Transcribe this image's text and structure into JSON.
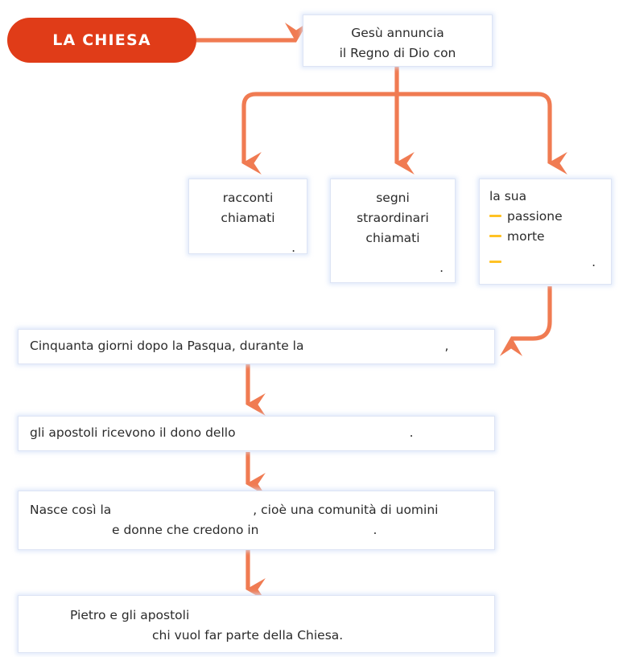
{
  "title_badge": {
    "label": "LA CHIESA",
    "color": "#E03C18",
    "text_color": "#FFFFFF"
  },
  "colors": {
    "arrow": "#F07B52",
    "badge_red": "#E03C18",
    "dash_amber": "#FFC224",
    "box_border": "#DDE4F4",
    "text": "#2B2B2B",
    "background": "#FFFFFF"
  },
  "nodes": {
    "intro": {
      "line1": "Gesù annuncia",
      "line2": "il Regno di Dio con"
    },
    "branch_1": {
      "line1": "racconti",
      "line2": "chiamati",
      "blank_end": ".",
      "name": "racconti-chiamati"
    },
    "branch_2": {
      "line1": "segni",
      "line2": "straordinari",
      "line3": "chiamati",
      "blank_end": ".",
      "name": "segni-straordinari"
    },
    "branch_3": {
      "heading": "la sua",
      "items": [
        {
          "label": "passione"
        },
        {
          "label": "morte"
        },
        {
          "label": ""
        }
      ],
      "blank_end": ".",
      "name": "la-sua-passione-morte"
    },
    "pentecoste": {
      "text": "Cinquanta giorni dopo la Pasqua, durante la",
      "blank_end": ","
    },
    "spirito": {
      "text": "gli apostoli ricevono il dono dello",
      "blank_end": "."
    },
    "nasce_chiesa": {
      "line1_pre": "Nasce così la",
      "line1_post": ", cioè una comunità di uomini",
      "line2_pre": "e donne che credono in",
      "line2_post": "."
    },
    "pietro": {
      "line1": "Pietro e gli apostoli",
      "line2": "chi vuol far parte della Chiesa."
    }
  }
}
